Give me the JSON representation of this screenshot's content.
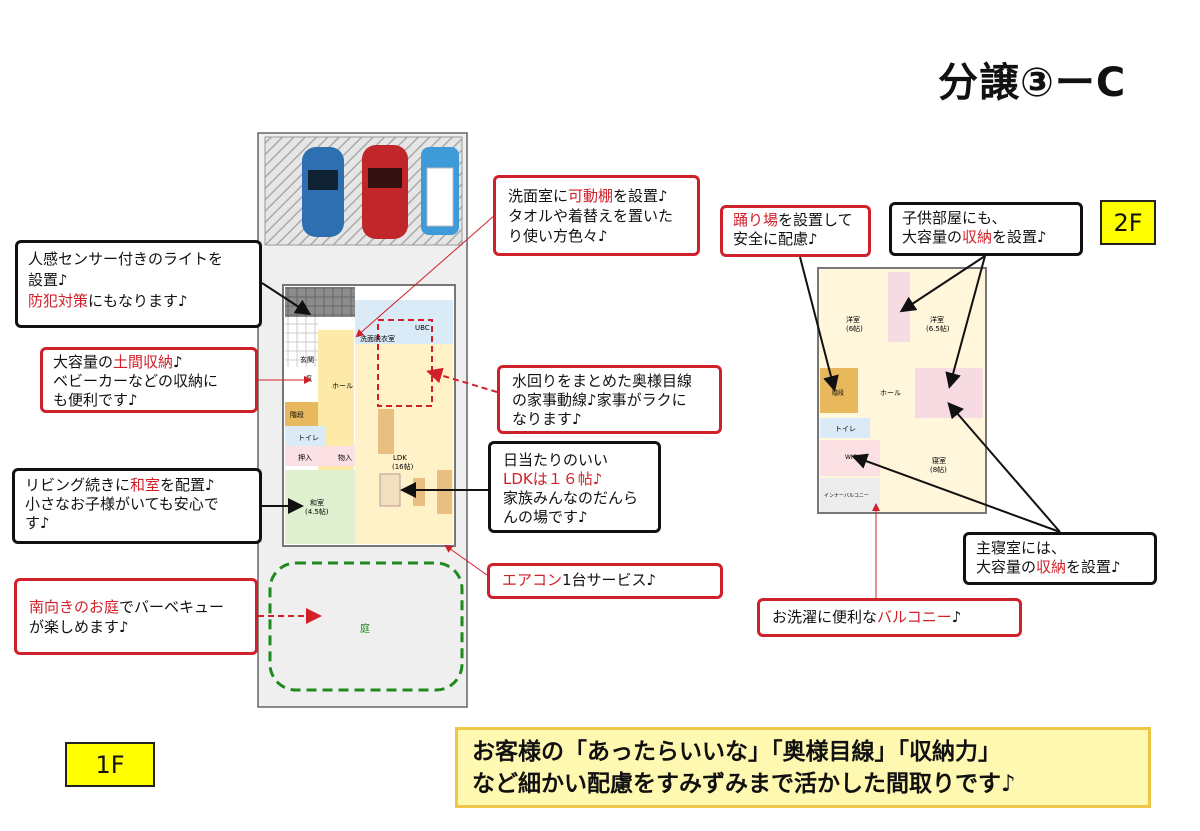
{
  "title": "分譲③ーC",
  "floor1": {
    "tag": "1F",
    "rooms": {
      "entrance": "玄関",
      "hall": "ホール",
      "washroom": "洗面脱衣室",
      "bath": "UBC",
      "stairs": "階段",
      "toilet": "トイレ",
      "closet": "押入",
      "storage": "物入",
      "washitsu": "和室",
      "washitsu_size": "(4.5帖)",
      "ldk": "LDK",
      "ldk_size": "(16帖)",
      "garden": "庭",
      "doma": "収"
    },
    "callouts": {
      "sensor": {
        "line1": "人感センサー付きのライトを",
        "line2": "設置♪",
        "hl": "防犯対策",
        "rest": "にもなります♪"
      },
      "doma": {
        "pre": "大容量の",
        "hl": "土間収納",
        "post": "♪",
        "line2": "ベビーカーなどの収納に",
        "line3": "も便利です♪"
      },
      "washitsu": {
        "pre": "リビング続きに",
        "hl": "和室",
        "post": "を配置♪",
        "line2": "小さなお子様がいても安心で",
        "line3": "す♪"
      },
      "garden": {
        "hl": "南向きのお庭",
        "post": "でバーベキュー",
        "line2": "が楽しめます♪"
      },
      "shelf": {
        "pre": "洗面室に",
        "hl": "可動棚",
        "post": "を設置♪",
        "line2": "タオルや着替えを置いた",
        "line3": "り使い方色々♪"
      },
      "kitchen": {
        "line1": "水回りをまとめた奥様目線",
        "line2": "の家事動線♪家事がラクに",
        "line3": "なります♪"
      },
      "ldk": {
        "line1": "日当たりのいい",
        "hl": "LDKは１６帖♪",
        "line3": "家族みんなのだんら",
        "line4": "んの場です♪"
      },
      "aircon": {
        "hl": "エアコン",
        "post": "1台サービス♪"
      }
    }
  },
  "floor2": {
    "tag": "2F",
    "rooms": {
      "western1": "洋室",
      "western1_size": "(6帖)",
      "western2": "洋室",
      "western2_size": "(6.5帖)",
      "hall": "ホール",
      "toilet": "トイレ",
      "wic": "WIC",
      "master": "寝室",
      "master_size": "(8帖)",
      "balcony": "インナーバルコニー",
      "stairs": "階段"
    },
    "callouts": {
      "landing": {
        "hl": "踊り場",
        "post": "を設置して",
        "line2": "安全に配慮♪"
      },
      "kids": {
        "line1": "子供部屋にも、",
        "pre": "大容量の",
        "hl": "収納",
        "post": "を設置♪"
      },
      "master": {
        "line1": "主寝室には、",
        "pre": "大容量の",
        "hl": "収納",
        "post": "を設置♪"
      },
      "balcony": {
        "pre": "お洗濯に便利な",
        "hl": "バルコニー",
        "post": "♪"
      }
    }
  },
  "banner": {
    "line1": "お客様の「あったらいいな」「奥様目線」「収納力」",
    "line2": "など細かい配慮をすみずみまで活かした間取りです♪"
  },
  "colors": {
    "accent": "#d0202a",
    "tag": "#ffff00",
    "banner_bg": "#fff8b0",
    "banner_border": "#f0c64a",
    "garden": "#1e8a1e"
  }
}
